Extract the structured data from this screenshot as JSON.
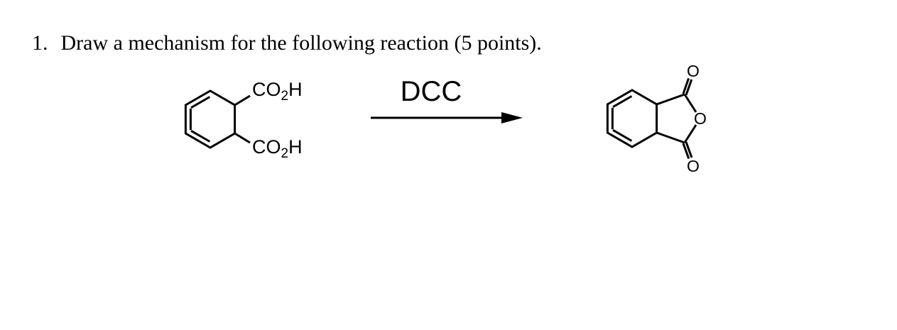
{
  "page": {
    "background": "#ffffff",
    "ink": "#000000"
  },
  "question": {
    "number": "1.",
    "text": "Draw a mechanism for the following reaction (5 points)."
  },
  "scheme": {
    "reagent": "DCC",
    "reactant_labels": {
      "top": {
        "main": "CO",
        "sub": "2",
        "tail": "H"
      },
      "bottom": {
        "main": "CO",
        "sub": "2",
        "tail": "H"
      }
    },
    "product_labels": {
      "carbonyl_top": "O",
      "ring_oxygen": "O",
      "carbonyl_bottom": "O"
    }
  }
}
